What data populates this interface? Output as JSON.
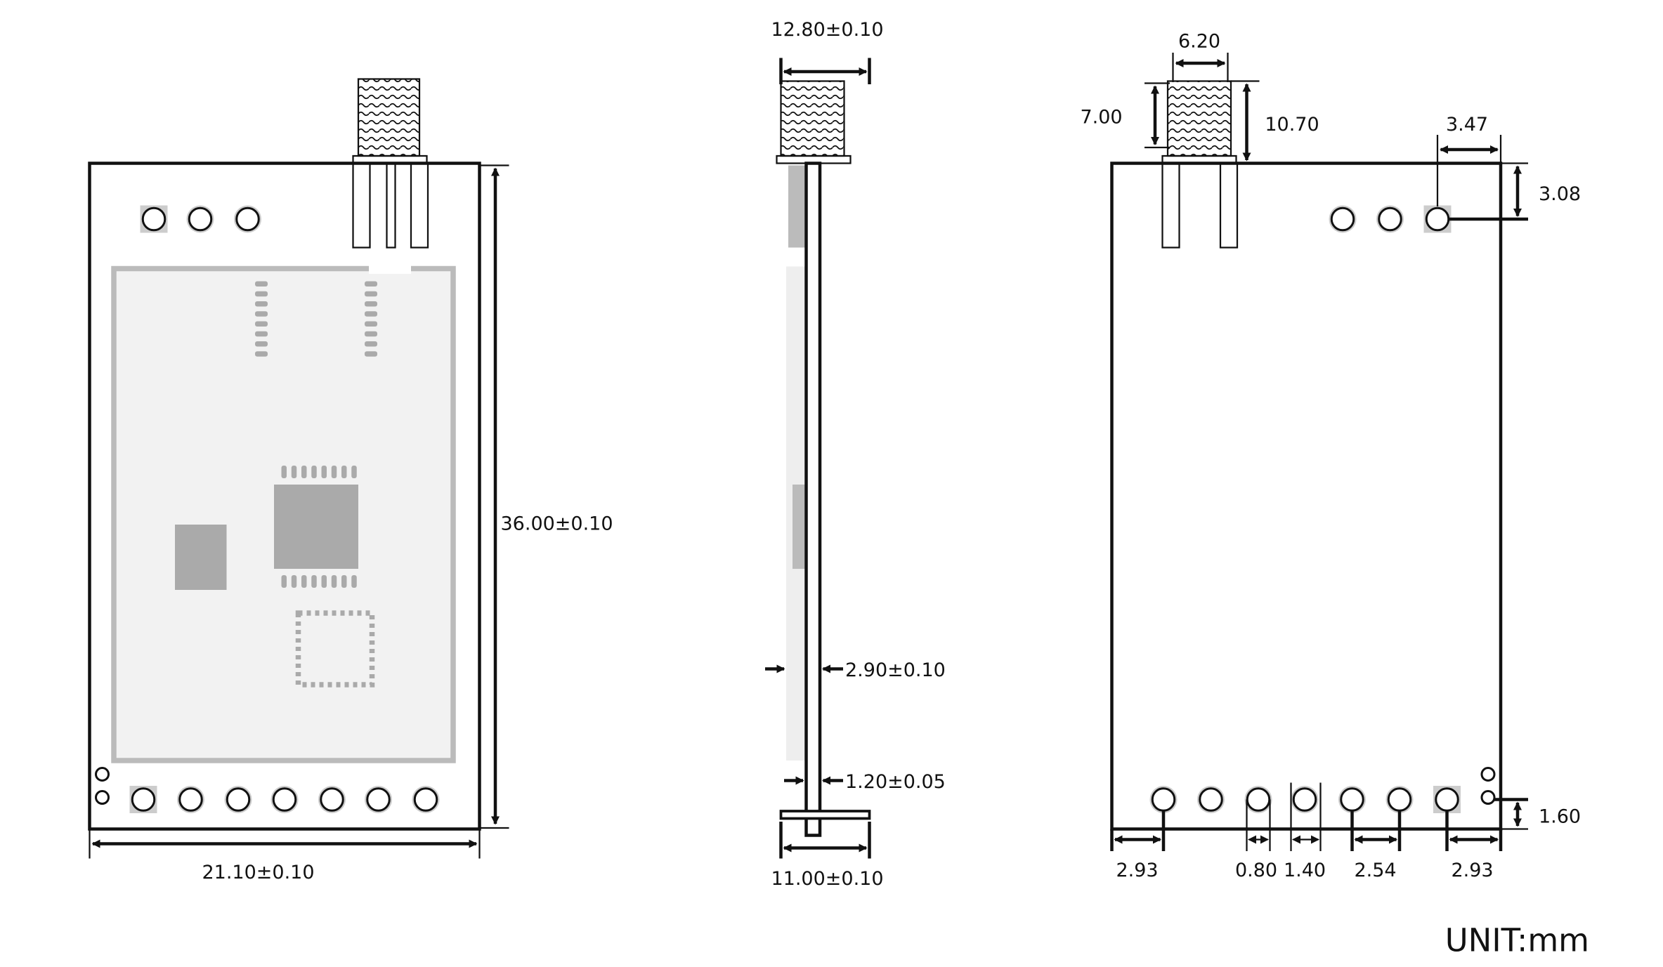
{
  "title": "Module mechanical dimension drawing",
  "colors": {
    "line": "#111111",
    "shield_fill": "#f2f2f2",
    "shield_stroke": "#bbbbbb",
    "component": "#aaaaaa"
  },
  "front_view": {
    "height_label": "36.00±0.10",
    "width_label": "21.10±0.10"
  },
  "side_view": {
    "connector_width_label": "12.80±0.10",
    "thickness_label": "2.90±0.10",
    "pcb_thickness_label": "1.20±0.05",
    "base_width_label": "11.00±0.10"
  },
  "back_view": {
    "connector_inner_label": "6.20",
    "connector_height_label": "7.00",
    "connector_total_label": "10.70",
    "pad_edge_x_label": "3.47",
    "pad_edge_y_label": "3.08",
    "bottom_pad_y_label": "1.60",
    "left_margin_label": "2.93",
    "pad_diameter_label": "0.80",
    "pad_outer_label": "1.40",
    "pitch_label": "2.54",
    "right_margin_label": "2.93"
  },
  "unit_label": "UNIT:mm"
}
